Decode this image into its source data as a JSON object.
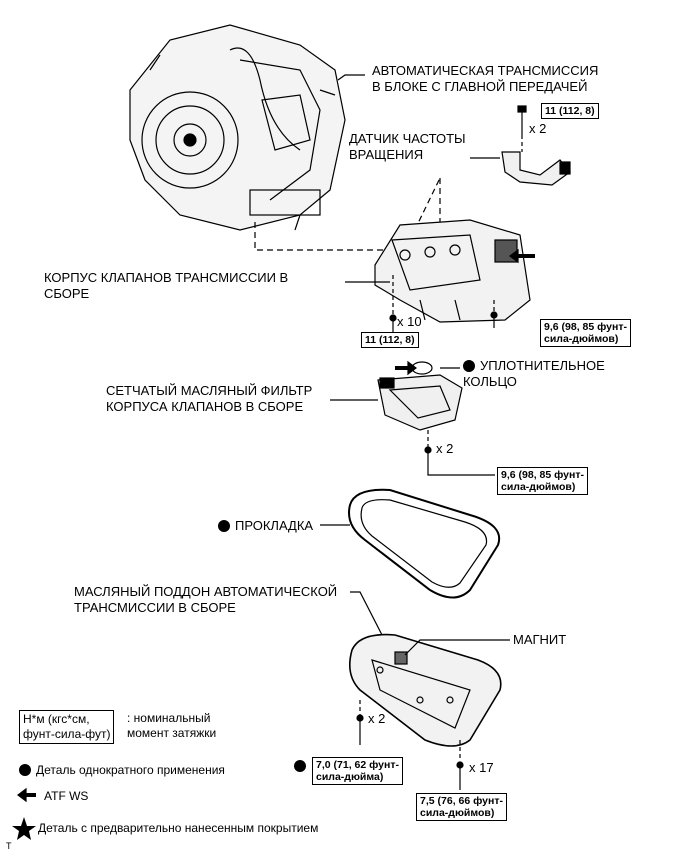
{
  "labels": {
    "transmission": "АВТОМАТИЧЕСКАЯ ТРАНСМИССИЯ\nВ БЛОКЕ С ГЛАВНОЙ ПЕРЕДАЧЕЙ",
    "speed_sensor": "ДАТЧИК ЧАСТОТЫ\nВРАЩЕНИЯ",
    "valve_body": "КОРПУС КЛАПАНОВ ТРАНСМИССИИ В\nСБОРЕ",
    "o_ring": "УПЛОТНИТЕЛЬНОЕ\nКОЛЬЦО",
    "strainer": "СЕТЧАТЫЙ МАСЛЯНЫЙ ФИЛЬТР\nКОРПУСА КЛАПАНОВ В СБОРЕ",
    "gasket": "ПРОКЛАДКА",
    "oil_pan": "МАСЛЯНЫЙ ПОДДОН АВТОМАТИЧЕСКОЙ\nТРАНСМИССИИ В СБОРЕ",
    "magnet": "МАГНИТ"
  },
  "torques": {
    "sensor_bolt": "11 (112, 8)",
    "valve_body_bolt": "11 (112, 8)",
    "valve_body_small": "9,6 (98, 85 фунт-\nсила-дюймов)",
    "strainer_bolt": "9,6 (98, 85 фунт-\nсила-дюймов)",
    "pan_bolt_a": "7,0 (71, 62 фунт-\nсила-дюйма)",
    "pan_bolt_b": "7,5 (76, 66 фунт-\nсила-дюймов)"
  },
  "quantities": {
    "sensor": "x 2",
    "valve_body": "x 10",
    "strainer": "x 2",
    "pan_a": "x 2",
    "pan_b": "x 17"
  },
  "legend": {
    "torque_box": "Н*м (кгс*см,\nфунт-сила-фут)",
    "torque_desc": ": номинальный\nмомент затяжки",
    "non_reusable": "Деталь однократного применения",
    "atf": "ATF WS",
    "precoated": "Деталь с предварительно нанесенным покрытием"
  },
  "footer_mark": "T"
}
